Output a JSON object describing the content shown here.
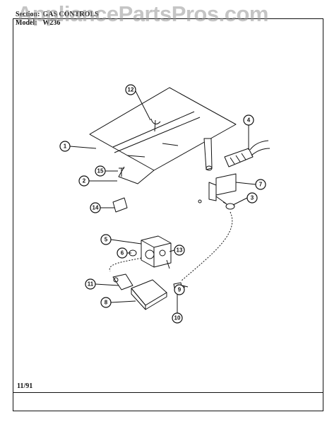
{
  "header": {
    "section_label": "Section:",
    "section_value": "GAS CONTROLS",
    "model_label": "Model:",
    "model_value": "W236"
  },
  "watermark": "AppliancePartsPros.com",
  "footer": {
    "date": "11/91"
  },
  "callouts": [
    {
      "id": "c12",
      "number": "12"
    },
    {
      "id": "c1",
      "number": "1"
    },
    {
      "id": "c4",
      "number": "4"
    },
    {
      "id": "c15",
      "number": "15"
    },
    {
      "id": "c2",
      "number": "2"
    },
    {
      "id": "c7",
      "number": "7"
    },
    {
      "id": "c3",
      "number": "3"
    },
    {
      "id": "c14",
      "number": "14"
    },
    {
      "id": "c5",
      "number": "5"
    },
    {
      "id": "c6",
      "number": "6"
    },
    {
      "id": "c13",
      "number": "13"
    },
    {
      "id": "c11",
      "number": "11"
    },
    {
      "id": "c8",
      "number": "8"
    },
    {
      "id": "c9",
      "number": "9"
    },
    {
      "id": "c10",
      "number": "10"
    }
  ]
}
